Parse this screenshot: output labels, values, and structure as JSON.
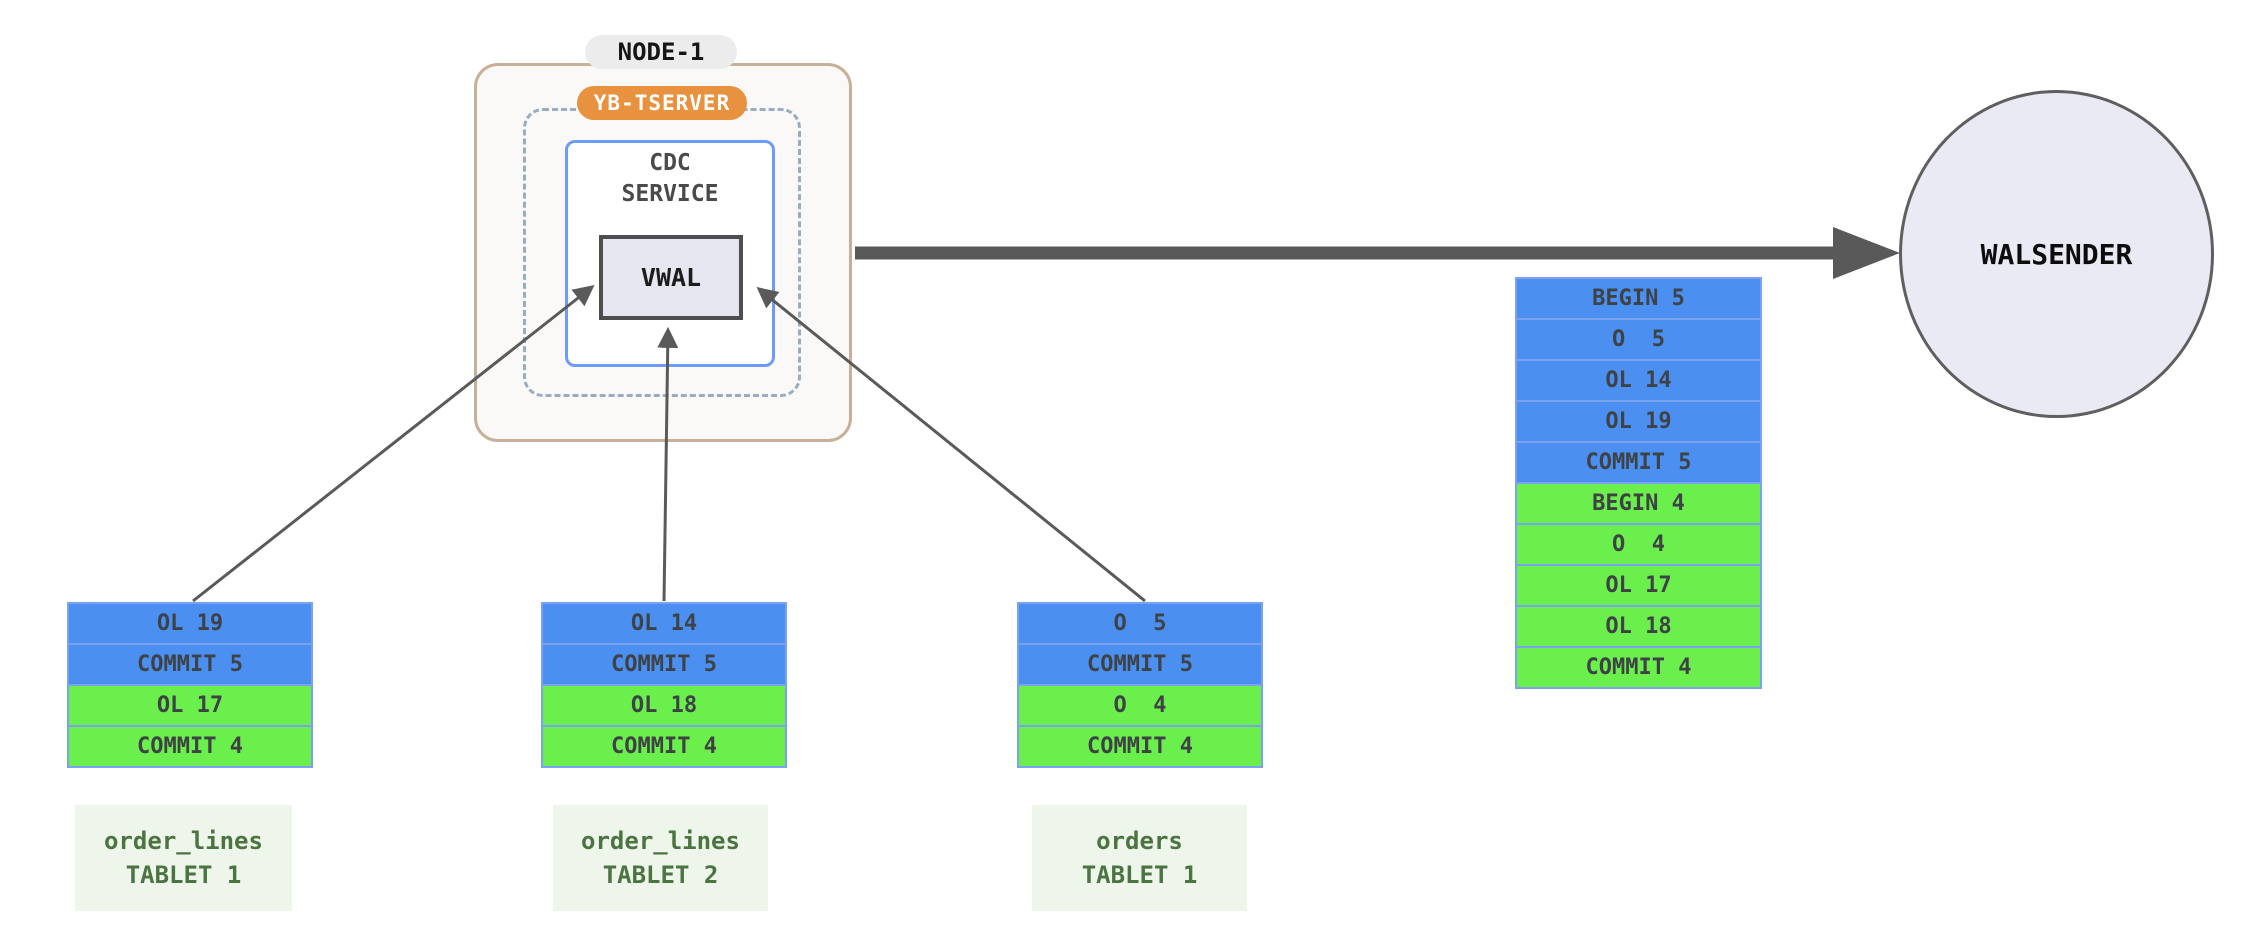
{
  "node1": {
    "label": "NODE-1",
    "tserver_label": "YB-TSERVER",
    "cdc_service_label": "CDC\nSERVICE",
    "vwal_label": "VWAL"
  },
  "walsender": {
    "label": "WALSENDER"
  },
  "merged_stream": {
    "rows": [
      {
        "label": "BEGIN 5",
        "color": "blue"
      },
      {
        "label": "O  5",
        "color": "blue"
      },
      {
        "label": "OL 14",
        "color": "blue"
      },
      {
        "label": "OL 19",
        "color": "blue"
      },
      {
        "label": "COMMIT 5",
        "color": "blue"
      },
      {
        "label": "BEGIN 4",
        "color": "green"
      },
      {
        "label": "O  4",
        "color": "green"
      },
      {
        "label": "OL 17",
        "color": "green"
      },
      {
        "label": "OL 18",
        "color": "green"
      },
      {
        "label": "COMMIT 4",
        "color": "green"
      }
    ]
  },
  "tablets": [
    {
      "table": "order_lines",
      "tablet": "TABLET 1",
      "rows": [
        {
          "label": "OL 19",
          "color": "blue"
        },
        {
          "label": "COMMIT 5",
          "color": "blue"
        },
        {
          "label": "OL 17",
          "color": "green"
        },
        {
          "label": "COMMIT 4",
          "color": "green"
        }
      ]
    },
    {
      "table": "order_lines",
      "tablet": "TABLET 2",
      "rows": [
        {
          "label": "OL 14",
          "color": "blue"
        },
        {
          "label": "COMMIT 5",
          "color": "blue"
        },
        {
          "label": "OL 18",
          "color": "green"
        },
        {
          "label": "COMMIT 4",
          "color": "green"
        }
      ]
    },
    {
      "table": "orders",
      "tablet": "TABLET 1",
      "rows": [
        {
          "label": "O  5",
          "color": "blue"
        },
        {
          "label": "COMMIT 5",
          "color": "blue"
        },
        {
          "label": "O  4",
          "color": "green"
        },
        {
          "label": "COMMIT 4",
          "color": "green"
        }
      ]
    }
  ],
  "colors": {
    "txn5_blue": "#4b90f1",
    "txn4_green": "#6bef4d",
    "row_border": "#7ba2f0",
    "node_border": "#c8b098",
    "dashed_border": "#97aec2",
    "cdc_border": "#6d9bf5",
    "vwal_fill": "#e6e6f1",
    "walsender_fill": "#e9eaf4",
    "tserver_orange": "#e8923f",
    "arrow_gray": "#5a5a5a",
    "tablet_label_bg": "#eef5eb",
    "tablet_label_text": "#4a7440"
  }
}
